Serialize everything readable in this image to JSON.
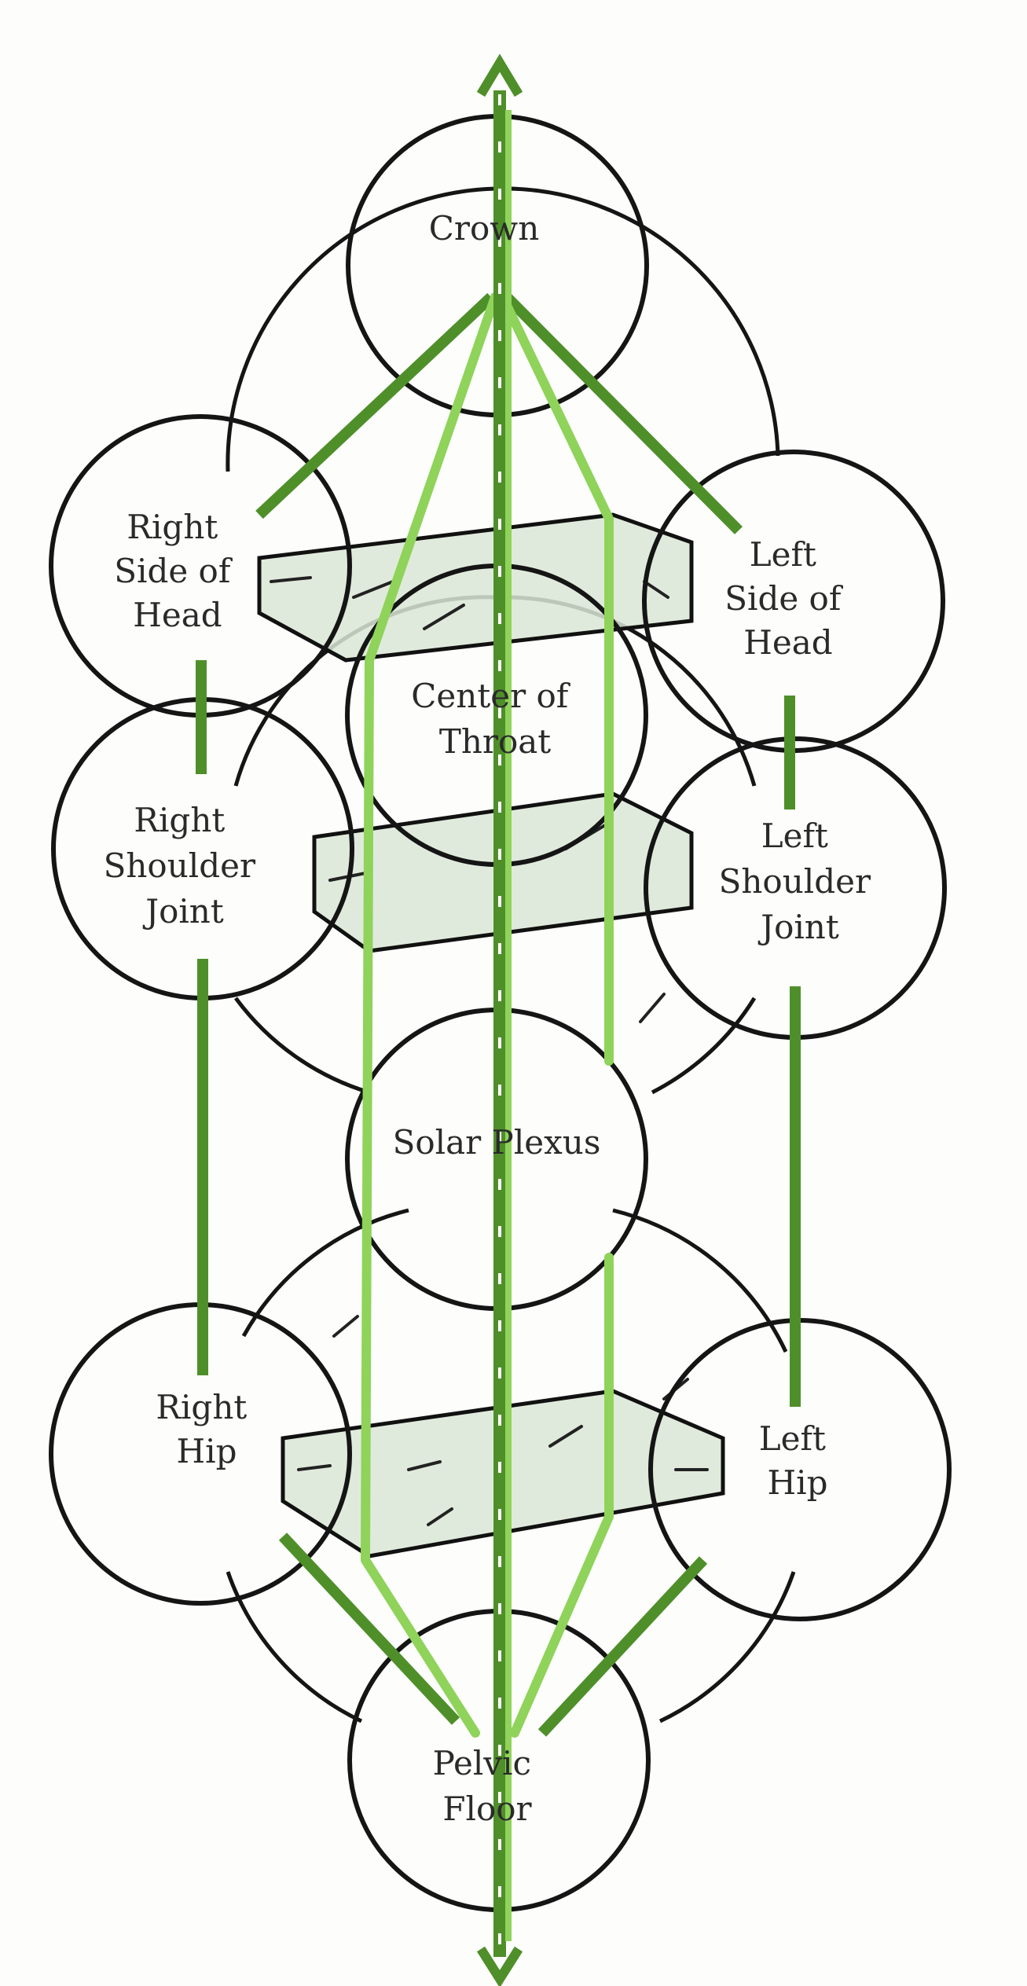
{
  "diagram": {
    "colors": {
      "dark_green": "#4f8f2a",
      "light_green": "#8fd35a",
      "plane_fill": "#dbe6d6",
      "outline": "#151515"
    },
    "nodes": {
      "crown": {
        "lines": [
          "Crown"
        ]
      },
      "right_head": {
        "lines": [
          "Right",
          "Side of",
          "Head"
        ]
      },
      "left_head": {
        "lines": [
          "Left",
          "Side of",
          "Head"
        ]
      },
      "throat": {
        "lines": [
          "Center of",
          "Throat"
        ]
      },
      "right_shoulder": {
        "lines": [
          "Right",
          "Shoulder",
          "Joint"
        ]
      },
      "left_shoulder": {
        "lines": [
          "Left",
          "Shoulder",
          "Joint"
        ]
      },
      "solar_plexus": {
        "lines": [
          "Solar Plexus"
        ]
      },
      "right_hip": {
        "lines": [
          "Right",
          "Hip"
        ]
      },
      "left_hip": {
        "lines": [
          "Left",
          "Hip"
        ]
      },
      "pelvic_floor": {
        "lines": [
          "Pelvic",
          "Floor"
        ]
      }
    }
  }
}
